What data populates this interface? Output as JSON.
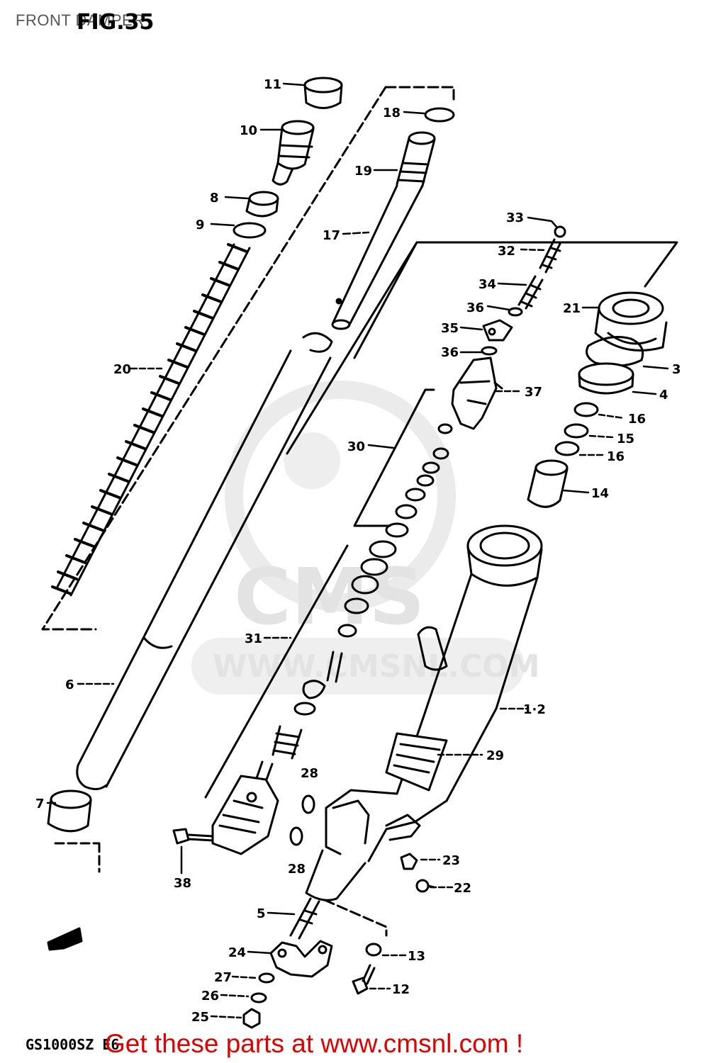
{
  "header": {
    "title": "FRONT DAMPER",
    "figure": "FIG.35"
  },
  "footer": {
    "model_code": "GS1000SZ E6",
    "promo": "Get these parts at www.cmsnl.com !"
  },
  "watermark": {
    "brand": "CMS",
    "url": "WWW.CMSNL.COM"
  },
  "callouts": {
    "c1_2": "1·2",
    "c3": "3",
    "c4": "4",
    "c5": "5",
    "c6": "6",
    "c7": "7",
    "c8": "8",
    "c9": "9",
    "c10": "10",
    "c11": "11",
    "c12": "12",
    "c13": "13",
    "c14": "14",
    "c15": "15",
    "c16a": "16",
    "c16b": "16",
    "c17": "17",
    "c18": "18",
    "c19": "19",
    "c20": "20",
    "c21": "21",
    "c22": "22",
    "c23": "23",
    "c24": "24",
    "c25": "25",
    "c26": "26",
    "c27": "27",
    "c28a": "28",
    "c28b": "28",
    "c29": "29",
    "c30": "30",
    "c31": "31",
    "c32": "32",
    "c33": "33",
    "c34": "34",
    "c35": "35",
    "c36a": "36",
    "c36b": "36",
    "c37": "37",
    "c38": "38"
  },
  "colors": {
    "promo": "#e10000",
    "ink": "#000000",
    "watermark": "#e3e3e3"
  }
}
